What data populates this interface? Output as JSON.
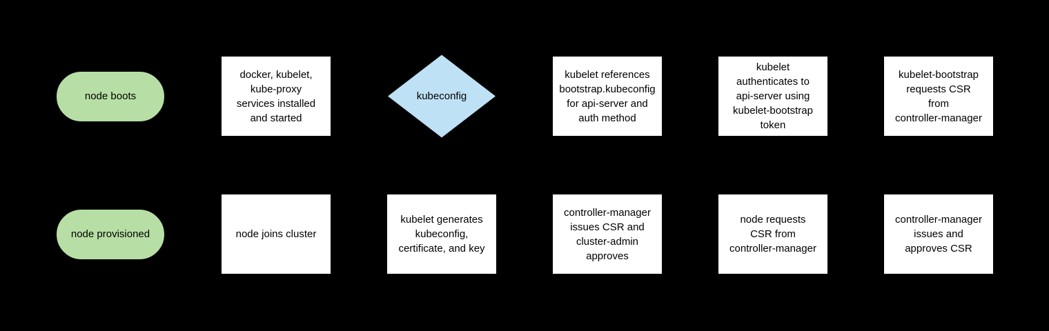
{
  "colors": {
    "canvas_bg": "#000000",
    "terminal_fill": "#b7dfa5",
    "decision_fill": "#bfe1f6",
    "process_fill": "#ffffff",
    "text": "#000000"
  },
  "rows": [
    {
      "name": "top",
      "nodes": [
        {
          "type": "terminal",
          "label": "node boots"
        },
        {
          "type": "process",
          "label": "docker, kubelet,\nkube-proxy\nservices installed\nand started"
        },
        {
          "type": "decision",
          "label": "kubeconfig"
        },
        {
          "type": "process",
          "label": "kubelet references\nbootstrap.kubeconfig\nfor api-server and\nauth method"
        },
        {
          "type": "process",
          "label": "kubelet\nauthenticates to\napi-server using\nkubelet-bootstrap\ntoken"
        },
        {
          "type": "process",
          "label": "kubelet-bootstrap\nrequests CSR\nfrom\ncontroller-manager"
        }
      ]
    },
    {
      "name": "bottom",
      "nodes": [
        {
          "type": "terminal",
          "label": "node provisioned"
        },
        {
          "type": "process",
          "label": "node joins cluster"
        },
        {
          "type": "process",
          "label": "kubelet generates\nkubeconfig,\ncertificate, and key"
        },
        {
          "type": "process",
          "label": "controller-manager\nissues CSR and\ncluster-admin\napproves"
        },
        {
          "type": "process",
          "label": "node requests\nCSR from\ncontroller-manager"
        },
        {
          "type": "process",
          "label": "controller-manager\nissues and\napproves CSR"
        }
      ]
    }
  ]
}
